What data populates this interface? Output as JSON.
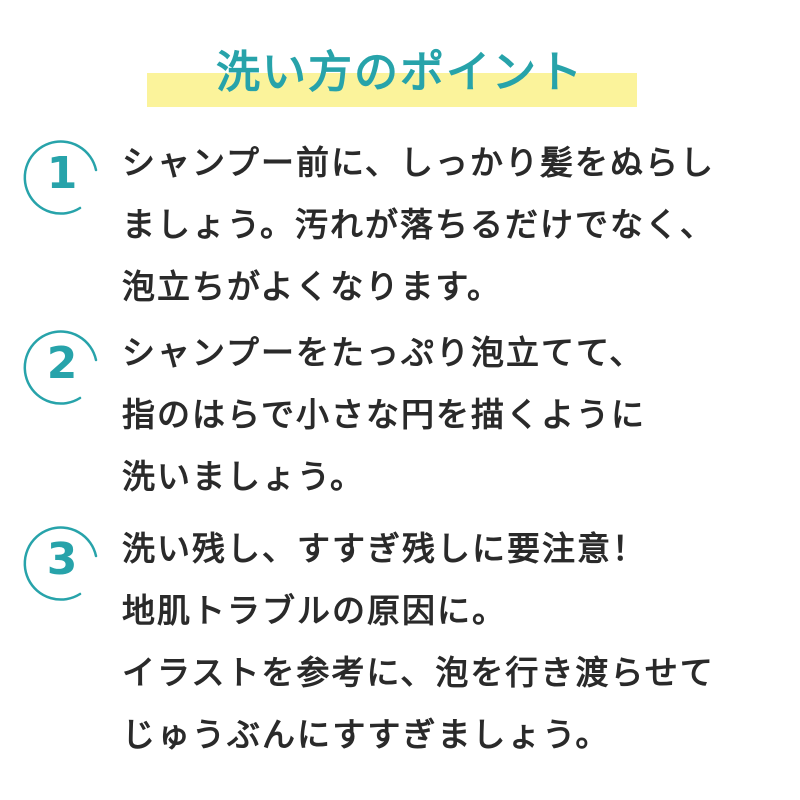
{
  "title": "洗い方のポイント",
  "colors": {
    "accent": "#27a3aa",
    "highlight": "#fbf39b",
    "text": "#2a2a2a"
  },
  "points": [
    {
      "number": "1",
      "lines": [
        "シャンプー前に、しっかり髪をぬらし",
        "ましょう。汚れが落ちるだけでなく、",
        "泡立ちがよくなります。"
      ]
    },
    {
      "number": "2",
      "lines": [
        "シャンプーをたっぷり泡立てて、",
        "指のはらで小さな円を描くように",
        "洗いましょう。"
      ]
    },
    {
      "number": "3",
      "lines": [
        "洗い残し、すすぎ残しに要注意！",
        "地肌トラブルの原因に。",
        "イラストを参考に、泡を行き渡らせて",
        "じゅうぶんにすすぎましょう。"
      ]
    }
  ]
}
